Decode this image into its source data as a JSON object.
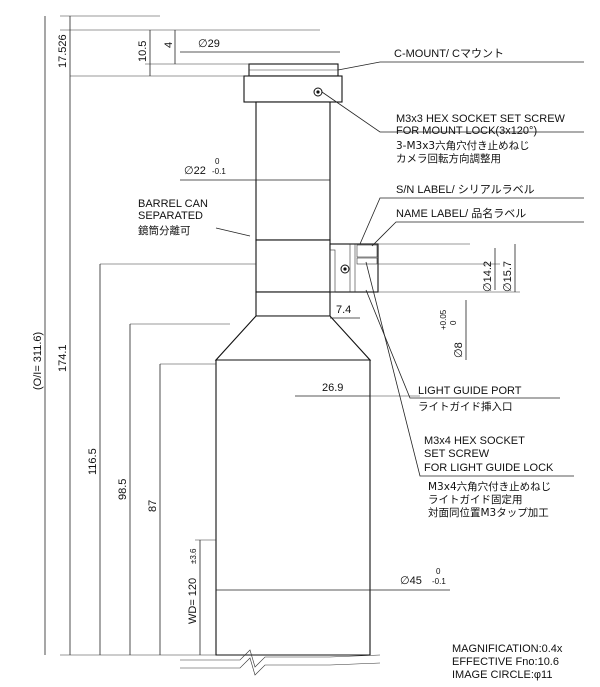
{
  "drawing": {
    "callouts": {
      "cmount": "C-MOUNT/ Cマウント",
      "setscrew_1": "M3x3 HEX SOCKET SET SCREW",
      "setscrew_2": "FOR MOUNT LOCK(3x120°)",
      "setscrew_jp_1": "3-M3x3六角穴付き止めねじ",
      "setscrew_jp_2": "カメラ回転方向調整用",
      "sn_label": "S/N LABEL/ シリアルラベル",
      "name_label": "NAME LABEL/ 品名ラベル",
      "barrel_1": "BARREL CAN",
      "barrel_2": "SEPARATED",
      "barrel_jp": "鏡筒分離可",
      "lg_port": "LIGHT GUIDE PORT",
      "lg_port_jp": "ライトガイド挿入口",
      "lg_screw_1": "M3x4 HEX SOCKET",
      "lg_screw_2": "SET SCREW",
      "lg_screw_3": "FOR LIGHT GUIDE LOCK",
      "lg_screw_jp_1": "M3x4六角穴付き止めねじ",
      "lg_screw_jp_2": "ライトガイド固定用",
      "lg_screw_jp_3": "対面同位置M3タップ加工"
    },
    "dimensions": {
      "d29": "∅29",
      "d22": "∅22",
      "d22_tol_up": "0",
      "d22_tol_lo": "-0.1",
      "d14_2": "∅14.2",
      "d15_7": "∅15.7",
      "d8": "∅8",
      "d8_tol_up": "+0.05",
      "d8_tol_lo": "0",
      "d45": "∅45",
      "d45_tol_up": "0",
      "d45_tol_lo": "-0.1",
      "len_7_4": "7.4",
      "len_26_9": "26.9",
      "len_4": "4",
      "len_10_5": "10.5",
      "len_17_526": "17.526",
      "len_311_6": "(O/I= 311.6)",
      "len_174_1": "174.1",
      "len_116_5": "116.5",
      "len_98_5": "98.5",
      "len_87": "87",
      "wd": "WD= 120",
      "wd_tol": "±3.6"
    },
    "specs": {
      "magnification": "MAGNIFICATION:0.4x",
      "fno": "EFFECTIVE Fno:10.6",
      "image_circle": "IMAGE CIRCLE:φ11"
    }
  }
}
